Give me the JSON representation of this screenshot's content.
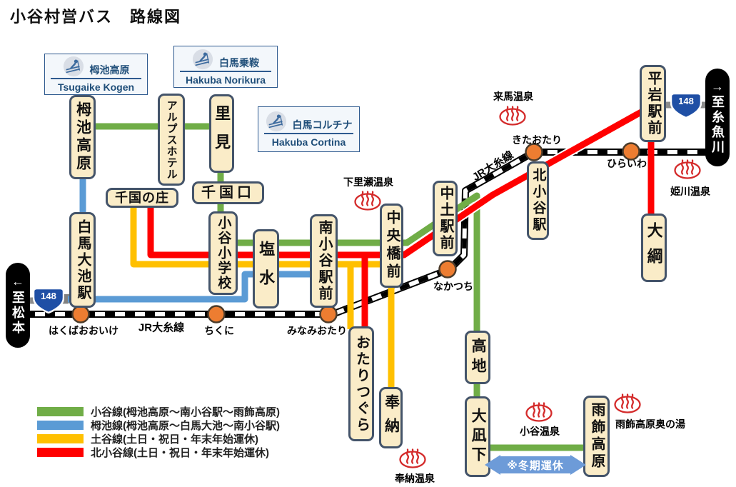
{
  "title": "小谷村営バス　路線図",
  "colors": {
    "green": "#70AD47",
    "blue": "#5B9BD5",
    "yellow": "#FFC000",
    "red": "#FF0000",
    "dot": "#ED7D31",
    "dotborder": "#4A3B2A",
    "boxfill": "#FAECC8",
    "boxborder": "#44546A",
    "onsen": "#D42B2B",
    "winter": "#6D9BD8",
    "roadgray": "#8C8C8C",
    "badge": "#1F4FA5"
  },
  "ski_resorts": [
    {
      "name_ja": "栂池高原",
      "name_en": "Tsugaike Kogen"
    },
    {
      "name_ja": "白馬乗鞍",
      "name_en": "Hakuba Norikura"
    },
    {
      "name_ja": "白馬コルチナ",
      "name_en": "Hakuba Cortina"
    }
  ],
  "stations": [
    {
      "name": "栂池高原"
    },
    {
      "name": "アルプスホテル"
    },
    {
      "name": "里見"
    },
    {
      "name": "千国口"
    },
    {
      "name": "千国の庄"
    },
    {
      "name": "小谷小学校"
    },
    {
      "name": "白馬大池駅"
    },
    {
      "name": "塩水"
    },
    {
      "name": "南小谷駅前"
    },
    {
      "name": "中央橋前"
    },
    {
      "name": "中土駅前"
    },
    {
      "name": "北小谷駅"
    },
    {
      "name": "平岩駅前"
    },
    {
      "name": "大綱"
    },
    {
      "name": "おたりつぐら"
    },
    {
      "name": "奉納"
    },
    {
      "name": "高地"
    },
    {
      "name": "大凪下"
    },
    {
      "name": "雨飾高原"
    }
  ],
  "jr": {
    "line_label": "JR大糸線",
    "stops": [
      "はくばおおいけ",
      "ちくに",
      "みなみおたり",
      "なかつち",
      "きたおたり",
      "ひらいわ"
    ]
  },
  "onsen": [
    {
      "name": "下里瀬温泉"
    },
    {
      "name": "来馬温泉"
    },
    {
      "name": "姫川温泉"
    },
    {
      "name": "奉納温泉"
    },
    {
      "name": "小谷温泉"
    },
    {
      "name": "雨飾高原奥の湯"
    }
  ],
  "directions": {
    "matsumoto": "至松本",
    "itoigawa": "至糸魚川",
    "left_arrow": "←",
    "right_arrow": "→"
  },
  "route148": "148",
  "winter_note": "※冬期運休",
  "legend": [
    {
      "label": "小谷線(栂池高原～南小谷駅～雨飾高原)",
      "color": "#70AD47"
    },
    {
      "label": "栂池線(栂池高原～白馬大池～南小谷駅)",
      "color": "#5B9BD5"
    },
    {
      "label": "土谷線(土日・祝日・年末年始運休)",
      "color": "#FFC000"
    },
    {
      "label": "北小谷線(土日・祝日・年末年始運休)",
      "color": "#FF0000"
    }
  ]
}
